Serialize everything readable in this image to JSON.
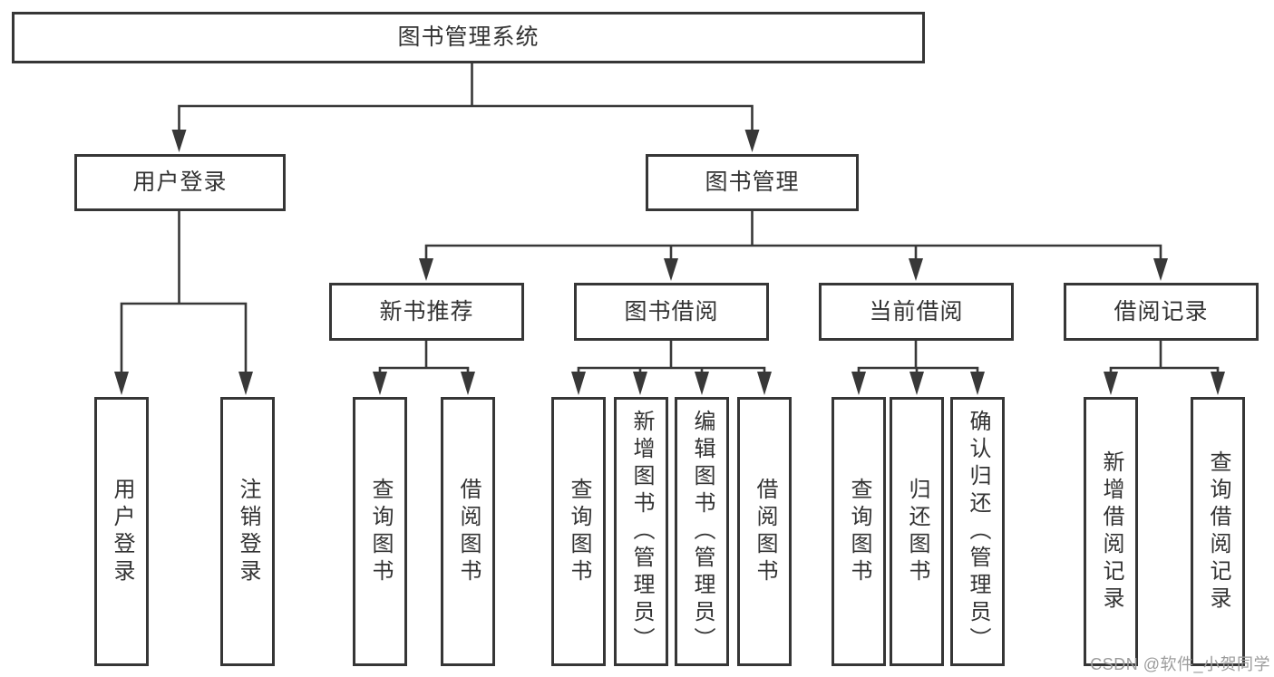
{
  "tree": {
    "root": "图书管理系统",
    "login": {
      "label": "用户登录",
      "children": [
        "用户登录",
        "注销登录"
      ]
    },
    "mgmt": {
      "label": "图书管理",
      "groups": [
        {
          "label": "新书推荐",
          "children": [
            "查询图书",
            "借阅图书"
          ]
        },
        {
          "label": "图书借阅",
          "children": [
            "查询图书",
            "新增图书（管理员）",
            "编辑图书（管理员）",
            "借阅图书"
          ]
        },
        {
          "label": "当前借阅",
          "children": [
            "查询图书",
            "归还图书",
            "确认归还（管理员）"
          ]
        },
        {
          "label": "借阅记录",
          "children": [
            "新增借阅记录",
            "查询借阅记录"
          ]
        }
      ]
    }
  },
  "watermark": "CSDN @软件_小贺同学",
  "colors": {
    "line": "#383838",
    "box_border": "#363636",
    "text": "#333333",
    "watermark_text": "#9c9c9c",
    "background": "#ffffff"
  }
}
